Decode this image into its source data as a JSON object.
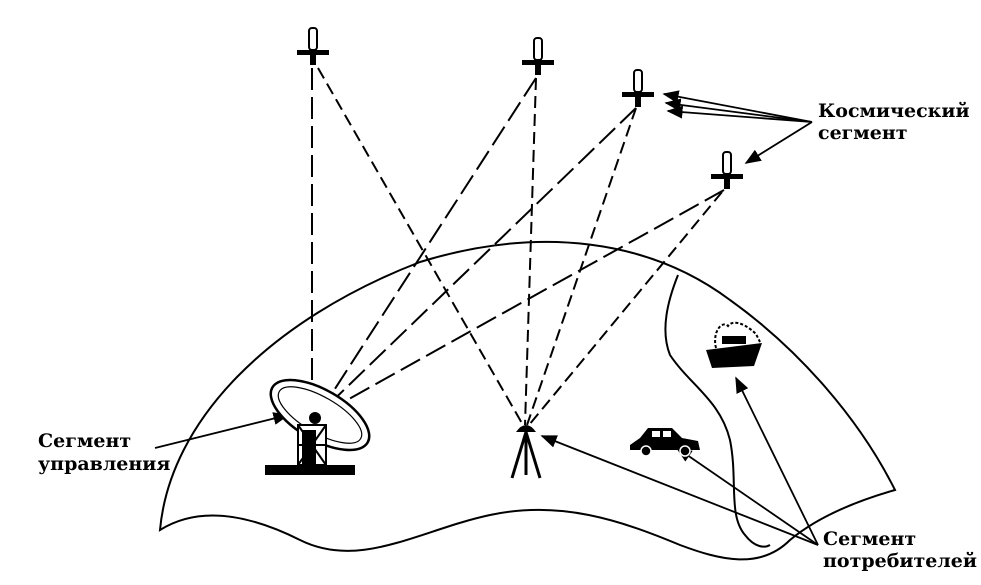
{
  "labels": {
    "space_segment": [
      "Космический",
      "сегмент"
    ],
    "control_segment": [
      "Сегмент",
      "управления"
    ],
    "user_segment": [
      "Сегмент",
      "потребителей"
    ]
  },
  "colors": {
    "ink": "#000000",
    "background": "#ffffff"
  },
  "icons": {
    "satellites": "satellite-icon",
    "control_station": "dish-antenna-icon",
    "receiver": "tripod-receiver-icon",
    "car": "car-icon",
    "ship": "ship-icon"
  }
}
